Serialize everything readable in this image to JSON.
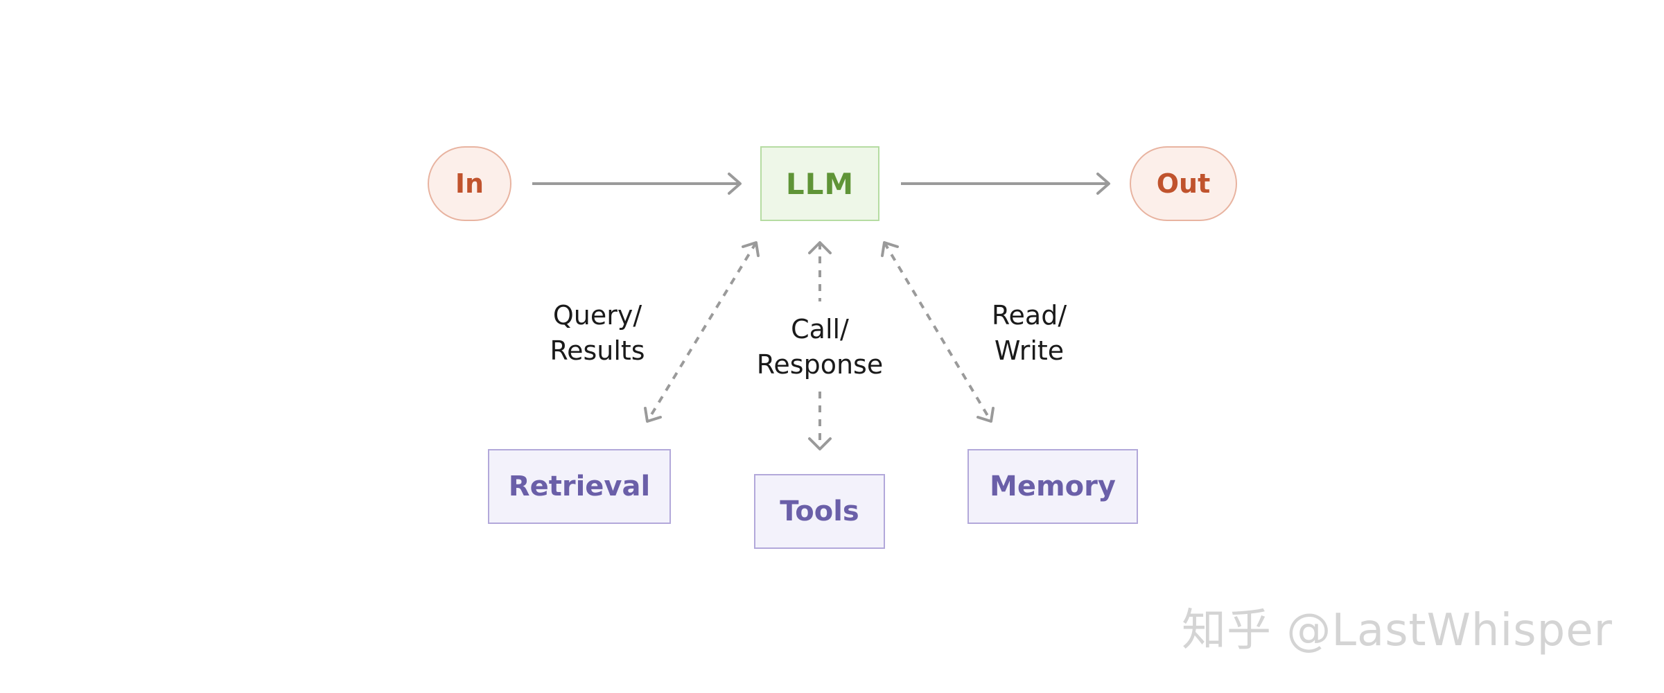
{
  "nodes": {
    "in": "In",
    "llm": "LLM",
    "out": "Out",
    "retrieval": "Retrieval",
    "tools": "Tools",
    "memory": "Memory"
  },
  "edge_labels": {
    "retrieval": [
      "Query/",
      "Results"
    ],
    "tools": [
      "Call/",
      "Response"
    ],
    "memory": [
      "Read/",
      "Write"
    ]
  },
  "watermark": "知乎 @LastWhisper",
  "colors": {
    "io_text": "#c0532d",
    "io_fill": "#fcefea",
    "io_border": "#e8b3a0",
    "llm_text": "#5f9437",
    "llm_fill": "#eef7e8",
    "llm_border": "#b5dca2",
    "aux_text": "#6a5fa8",
    "aux_fill": "#f3f2fb",
    "aux_border": "#b2a8da",
    "arrow": "#9a9a9a"
  }
}
